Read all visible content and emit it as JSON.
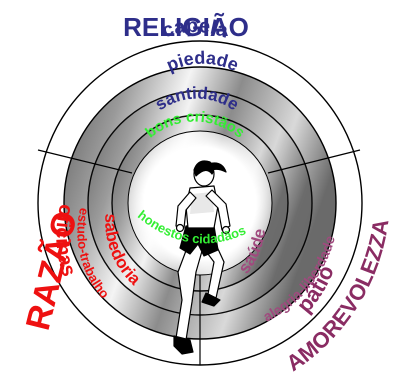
{
  "colors": {
    "religiao": "#2e2e8a",
    "razao": "#ee1111",
    "amorevolezza": "#8a2c63",
    "green": "#33ee33"
  },
  "main_labels": {
    "religiao": "RELIGIÃO",
    "razao": "RAZÃO",
    "amorevolezza": "AMOREVOLEZZA"
  },
  "religiao_items": [
    "capela",
    "piedade",
    "santidade"
  ],
  "razao_items": [
    "oficinas",
    "estudo-trabalho",
    "sabedoria"
  ],
  "amor_items": [
    "pátio",
    "alegria-liberdade",
    "saúde"
  ],
  "center": {
    "top": "bons cristãos",
    "bottom": "honestos cidadãos",
    "figure": "runner-figure"
  }
}
